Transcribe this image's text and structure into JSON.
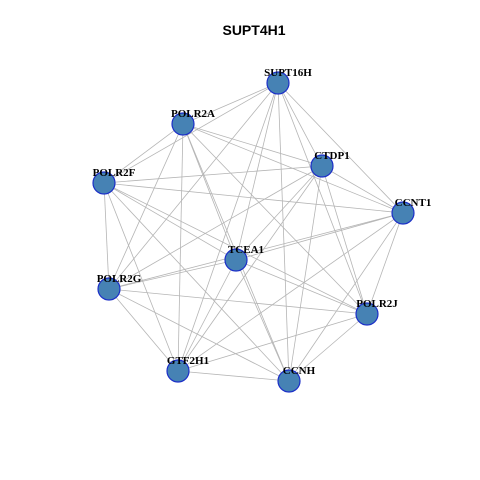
{
  "title": "SUPT4H1",
  "colors": {
    "node_fill": "#4682B4",
    "node_stroke": "#1C2FC8",
    "edge": "#B5B5B5",
    "text": "#000000"
  },
  "nodes": [
    {
      "id": "SUPT16H",
      "label": "SUPT16H"
    },
    {
      "id": "POLR2A",
      "label": "POLR2A"
    },
    {
      "id": "CTDP1",
      "label": "CTDP1"
    },
    {
      "id": "POLR2F",
      "label": "POLR2F"
    },
    {
      "id": "CCNT1",
      "label": "CCNT1"
    },
    {
      "id": "TCEA1",
      "label": "TCEA1"
    },
    {
      "id": "POLR2G",
      "label": "POLR2G"
    },
    {
      "id": "POLR2J",
      "label": "POLR2J"
    },
    {
      "id": "GTF2H1",
      "label": "GTF2H1"
    },
    {
      "id": "CCNH",
      "label": "CCNH"
    }
  ],
  "edges": [
    [
      "SUPT16H",
      "POLR2A"
    ],
    [
      "SUPT16H",
      "POLR2F"
    ],
    [
      "SUPT16H",
      "CTDP1"
    ],
    [
      "SUPT16H",
      "CCNT1"
    ],
    [
      "SUPT16H",
      "TCEA1"
    ],
    [
      "SUPT16H",
      "POLR2G"
    ],
    [
      "SUPT16H",
      "POLR2J"
    ],
    [
      "SUPT16H",
      "GTF2H1"
    ],
    [
      "SUPT16H",
      "CCNH"
    ],
    [
      "POLR2A",
      "POLR2F"
    ],
    [
      "POLR2A",
      "CTDP1"
    ],
    [
      "POLR2A",
      "CCNT1"
    ],
    [
      "POLR2A",
      "TCEA1"
    ],
    [
      "POLR2A",
      "POLR2G"
    ],
    [
      "POLR2A",
      "POLR2J"
    ],
    [
      "POLR2A",
      "GTF2H1"
    ],
    [
      "POLR2A",
      "CCNH"
    ],
    [
      "CTDP1",
      "POLR2F"
    ],
    [
      "CTDP1",
      "CCNT1"
    ],
    [
      "CTDP1",
      "TCEA1"
    ],
    [
      "CTDP1",
      "POLR2G"
    ],
    [
      "CTDP1",
      "POLR2J"
    ],
    [
      "CTDP1",
      "GTF2H1"
    ],
    [
      "CTDP1",
      "CCNH"
    ],
    [
      "POLR2F",
      "CCNT1"
    ],
    [
      "POLR2F",
      "TCEA1"
    ],
    [
      "POLR2F",
      "POLR2G"
    ],
    [
      "POLR2F",
      "POLR2J"
    ],
    [
      "POLR2F",
      "GTF2H1"
    ],
    [
      "POLR2F",
      "CCNH"
    ],
    [
      "CCNT1",
      "TCEA1"
    ],
    [
      "CCNT1",
      "POLR2G"
    ],
    [
      "CCNT1",
      "POLR2J"
    ],
    [
      "CCNT1",
      "GTF2H1"
    ],
    [
      "CCNT1",
      "CCNH"
    ],
    [
      "TCEA1",
      "POLR2G"
    ],
    [
      "TCEA1",
      "POLR2J"
    ],
    [
      "TCEA1",
      "GTF2H1"
    ],
    [
      "TCEA1",
      "CCNH"
    ],
    [
      "POLR2G",
      "POLR2J"
    ],
    [
      "POLR2G",
      "GTF2H1"
    ],
    [
      "POLR2G",
      "CCNH"
    ],
    [
      "POLR2J",
      "GTF2H1"
    ],
    [
      "POLR2J",
      "CCNH"
    ],
    [
      "GTF2H1",
      "CCNH"
    ]
  ]
}
